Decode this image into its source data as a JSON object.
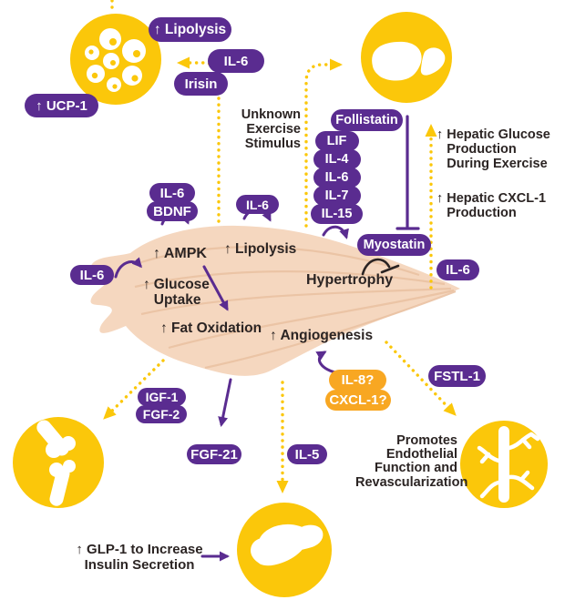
{
  "figure": {
    "description": "Myokines released from exercising skeletal muscle acting on organs",
    "colors": {
      "purple": "#5a2c90",
      "yellow": "#fbc70a",
      "orange": "#f8a722",
      "muscle": "#f5d7bf",
      "ink": "#2b2423"
    }
  },
  "adipose": {
    "icon": "fat-cells-icon",
    "lipolysis": "↑ Lipolysis",
    "il6": "IL-6",
    "irisin": "Irisin",
    "ucp1": "↑ UCP-1"
  },
  "liver": {
    "icon": "liver-icon",
    "follistatin": "Follistatin",
    "cytokines": [
      "LIF",
      "IL-4",
      "IL-6",
      "IL-7",
      "IL-15"
    ],
    "myostatin": "Myostatin",
    "hepatic_glucose": {
      "arrow": "↑",
      "text": "Hepatic Glucose\nProduction\nDuring Exercise"
    },
    "hepatic_cxcl1": {
      "arrow": "↑",
      "text": "Hepatic CXCL-1\nProduction"
    },
    "il6": "IL-6"
  },
  "muscle": {
    "stimulus": "Unknown\nExercise\nStimulus",
    "il6_left": "IL-6",
    "il6_top": "IL-6",
    "bdnf": "BDNF",
    "il6_mid": "IL-6",
    "ampk": "↑ AMPK",
    "lipolysis": "↑ Lipolysis",
    "glucose": {
      "arrow": "↑",
      "text": "Glucose\nUptake"
    },
    "fat_oxidation": "↑ Fat Oxidation",
    "hypertrophy": "Hypertrophy",
    "angiogenesis": "↑ Angiogenesis"
  },
  "bone": {
    "icon": "bone-joint-icon",
    "igf1": "IGF-1",
    "fgf2": "FGF-2"
  },
  "pancreas": {
    "icon": "pancreas-icon",
    "fgf21": "FGF-21",
    "il5": "IL-5",
    "glp1": "↑ GLP-1 to Increase\nInsulin Secretion"
  },
  "vessel": {
    "icon": "blood-vessel-icon",
    "il8": "IL-8?",
    "cxcl1": "CXCL-1?",
    "fstl1": "FSTL-1",
    "promotes": "Promotes\nEndothelial\nFunction and\nRevascularization"
  }
}
